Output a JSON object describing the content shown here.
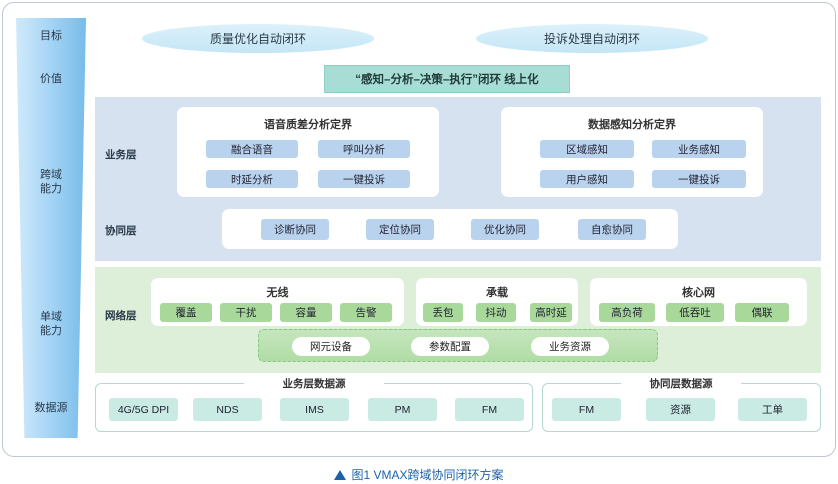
{
  "left_labels": {
    "goal": "目标",
    "value": "价值",
    "cross": "跨域\n能力",
    "single": "单域\n能力",
    "source": "数据源"
  },
  "goals": [
    "质量优化自动闭环",
    "投诉处理自动闭环"
  ],
  "value_text": "“感知–分析–决策–执行”闭环 线上化",
  "business_layer": {
    "label": "业务层",
    "voice": {
      "title": "语音质差分析定界",
      "items": [
        "融合语音",
        "呼叫分析",
        "时延分析",
        "一键投诉"
      ]
    },
    "data": {
      "title": "数据感知分析定界",
      "items": [
        "区域感知",
        "业务感知",
        "用户感知",
        "一键投诉"
      ]
    }
  },
  "coop_layer": {
    "label": "协同层",
    "items": [
      "诊断协同",
      "定位协同",
      "优化协同",
      "自愈协同"
    ]
  },
  "network_layer": {
    "label": "网络层",
    "wireless": {
      "title": "无线",
      "items": [
        "覆盖",
        "干扰",
        "容量",
        "告警"
      ]
    },
    "bearer": {
      "title": "承载",
      "items": [
        "丢包",
        "抖动",
        "高时延"
      ]
    },
    "core": {
      "title": "核心网",
      "items": [
        "高负荷",
        "低吞吐",
        "偶联"
      ]
    },
    "bottom_items": [
      "网元设备",
      "参数配置",
      "业务资源"
    ]
  },
  "datasource": {
    "business": {
      "title": "业务层数据源",
      "items": [
        "4G/5G DPI",
        "NDS",
        "IMS",
        "PM",
        "FM"
      ]
    },
    "coop": {
      "title": "协同层数据源",
      "items": [
        "FM",
        "资源",
        "工单"
      ]
    }
  },
  "caption": "图1  VMAX跨域协同闭环方案",
  "colors": {
    "accent": "#1c62a8",
    "blue_area": "#d6e2f0",
    "green_area": "#deefd9",
    "teal": "#a8ddd5"
  }
}
